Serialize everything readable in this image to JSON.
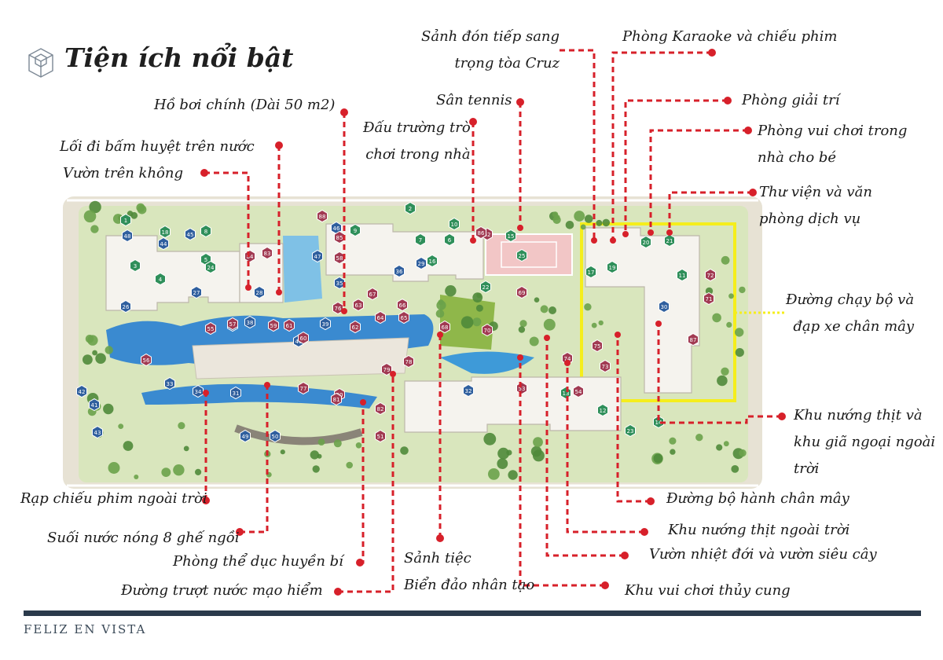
{
  "header": {
    "title": "Tiện ích nổi bật",
    "logo_icon": "hexagon-cube-logo"
  },
  "footer": {
    "brand": "FELIZ EN VISTA"
  },
  "colors": {
    "callout_line": "#d7202a",
    "highlight_box": "#f5ee1c",
    "footer_bar": "#2b3a4b",
    "water": "#3a8ad0",
    "landscape": "#c7d8a3",
    "building": "#f3f1eb"
  },
  "callouts": [
    {
      "id": "sanh-don-tiep",
      "lines": [
        "Sảnh đón tiếp sang",
        "trọng tòa Cruz"
      ]
    },
    {
      "id": "phong-karaoke",
      "lines": [
        "Phòng Karaoke và chiếu phim"
      ]
    },
    {
      "id": "san-tennis",
      "lines": [
        "Sân tennis"
      ]
    },
    {
      "id": "phong-giai-tri",
      "lines": [
        "Phòng giải trí"
      ]
    },
    {
      "id": "ho-boi-chinh",
      "lines": [
        "Hồ bơi chính (Dài 50 m2)"
      ]
    },
    {
      "id": "dau-truong-tro-choi",
      "lines": [
        "Đấu trường trò",
        "chơi trong nhà"
      ]
    },
    {
      "id": "phong-vui-choi-be",
      "lines": [
        "Phòng vui chơi trong",
        "nhà cho bé"
      ]
    },
    {
      "id": "loi-di-bam-huyet",
      "lines": [
        "Lối đi bấm huyệt trên nước"
      ]
    },
    {
      "id": "vuon-tren-khong",
      "lines": [
        "Vườn trên không"
      ]
    },
    {
      "id": "thu-vien",
      "lines": [
        "Thư viện và văn",
        "phòng dịch vụ"
      ]
    },
    {
      "id": "duong-chay-bo",
      "lines": [
        "Đường chạy bộ và",
        "đạp xe chân mây"
      ]
    },
    {
      "id": "khu-nuong-thit-da-ngoai",
      "lines": [
        "Khu nướng thịt và",
        "khu giã ngoại ngoài",
        "trời"
      ]
    },
    {
      "id": "rap-chieu-phim",
      "lines": [
        "Rạp chiếu phim ngoài trời"
      ]
    },
    {
      "id": "duong-bo-hanh",
      "lines": [
        "Đường bộ hành chân mây"
      ]
    },
    {
      "id": "suoi-nuoc-nong",
      "lines": [
        "Suối nước nóng 8 ghế ngồi"
      ]
    },
    {
      "id": "khu-nuong-thit-ngoai-troi",
      "lines": [
        "Khu nướng thịt ngoài trời"
      ]
    },
    {
      "id": "sanh-tiec",
      "lines": [
        "Sảnh tiệc"
      ]
    },
    {
      "id": "phong-the-duc",
      "lines": [
        "Phòng thể dục huyền bí"
      ]
    },
    {
      "id": "vuon-nhiet-doi",
      "lines": [
        "Vườn nhiệt đới và vườn siêu cây"
      ]
    },
    {
      "id": "bien-dao",
      "lines": [
        "Biển đảo nhân tạo"
      ]
    },
    {
      "id": "duong-truot-nuoc",
      "lines": [
        "Đường trượt nước mạo hiểm"
      ]
    },
    {
      "id": "khu-vui-choi-thuy-cung",
      "lines": [
        "Khu vui chơi thủy cung"
      ]
    }
  ],
  "markers": [
    "1",
    "2",
    "3",
    "4",
    "5",
    "6",
    "7",
    "8",
    "9",
    "10",
    "11",
    "12",
    "13",
    "14",
    "15",
    "16",
    "17",
    "18",
    "19",
    "20",
    "21",
    "22",
    "23",
    "24",
    "25",
    "26",
    "27",
    "28",
    "29",
    "30",
    "31",
    "32",
    "33",
    "34",
    "35",
    "36",
    "37",
    "38",
    "39",
    "40",
    "41",
    "42",
    "43",
    "44",
    "45",
    "46",
    "47",
    "48",
    "49",
    "50",
    "51",
    "52",
    "53",
    "54",
    "55",
    "56",
    "57",
    "58",
    "59",
    "60",
    "61",
    "62",
    "63",
    "64",
    "65",
    "66",
    "67",
    "68",
    "69",
    "70",
    "71",
    "72",
    "73",
    "74",
    "75",
    "76",
    "77",
    "78",
    "79",
    "80",
    "81",
    "82",
    "83",
    "84",
    "85",
    "86",
    "87",
    "88"
  ]
}
